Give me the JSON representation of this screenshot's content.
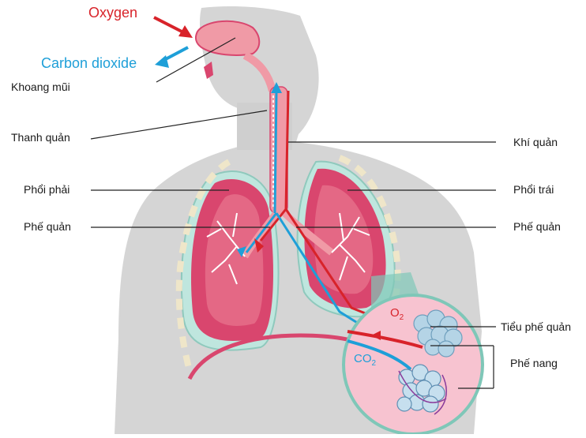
{
  "airflow": {
    "in_label": "Oxygen",
    "out_label": "Carbon dioxide",
    "in_color": "#d8232a",
    "out_color": "#1e9fd8"
  },
  "labels_left": {
    "nasal_cavity": "Khoang mũi",
    "larynx": "Thanh quản",
    "right_lung": "Phổi phải",
    "right_bronchus": "Phế quản"
  },
  "labels_right": {
    "trachea": "Khí quản",
    "left_lung": "Phổi trái",
    "left_bronchus": "Phế quản",
    "bronchiole": "Tiểu phế quản",
    "alveoli": "Phế nang"
  },
  "inset": {
    "o2_label": "O",
    "o2_sub": "2",
    "co2_label": "CO",
    "co2_sub": "2"
  },
  "colors": {
    "body": "#d4d4d4",
    "lung": "#d9466e",
    "lung_light": "#f2a7b8",
    "pleura": "#bfe6de",
    "inset_bg": "#f7c3d0"
  }
}
